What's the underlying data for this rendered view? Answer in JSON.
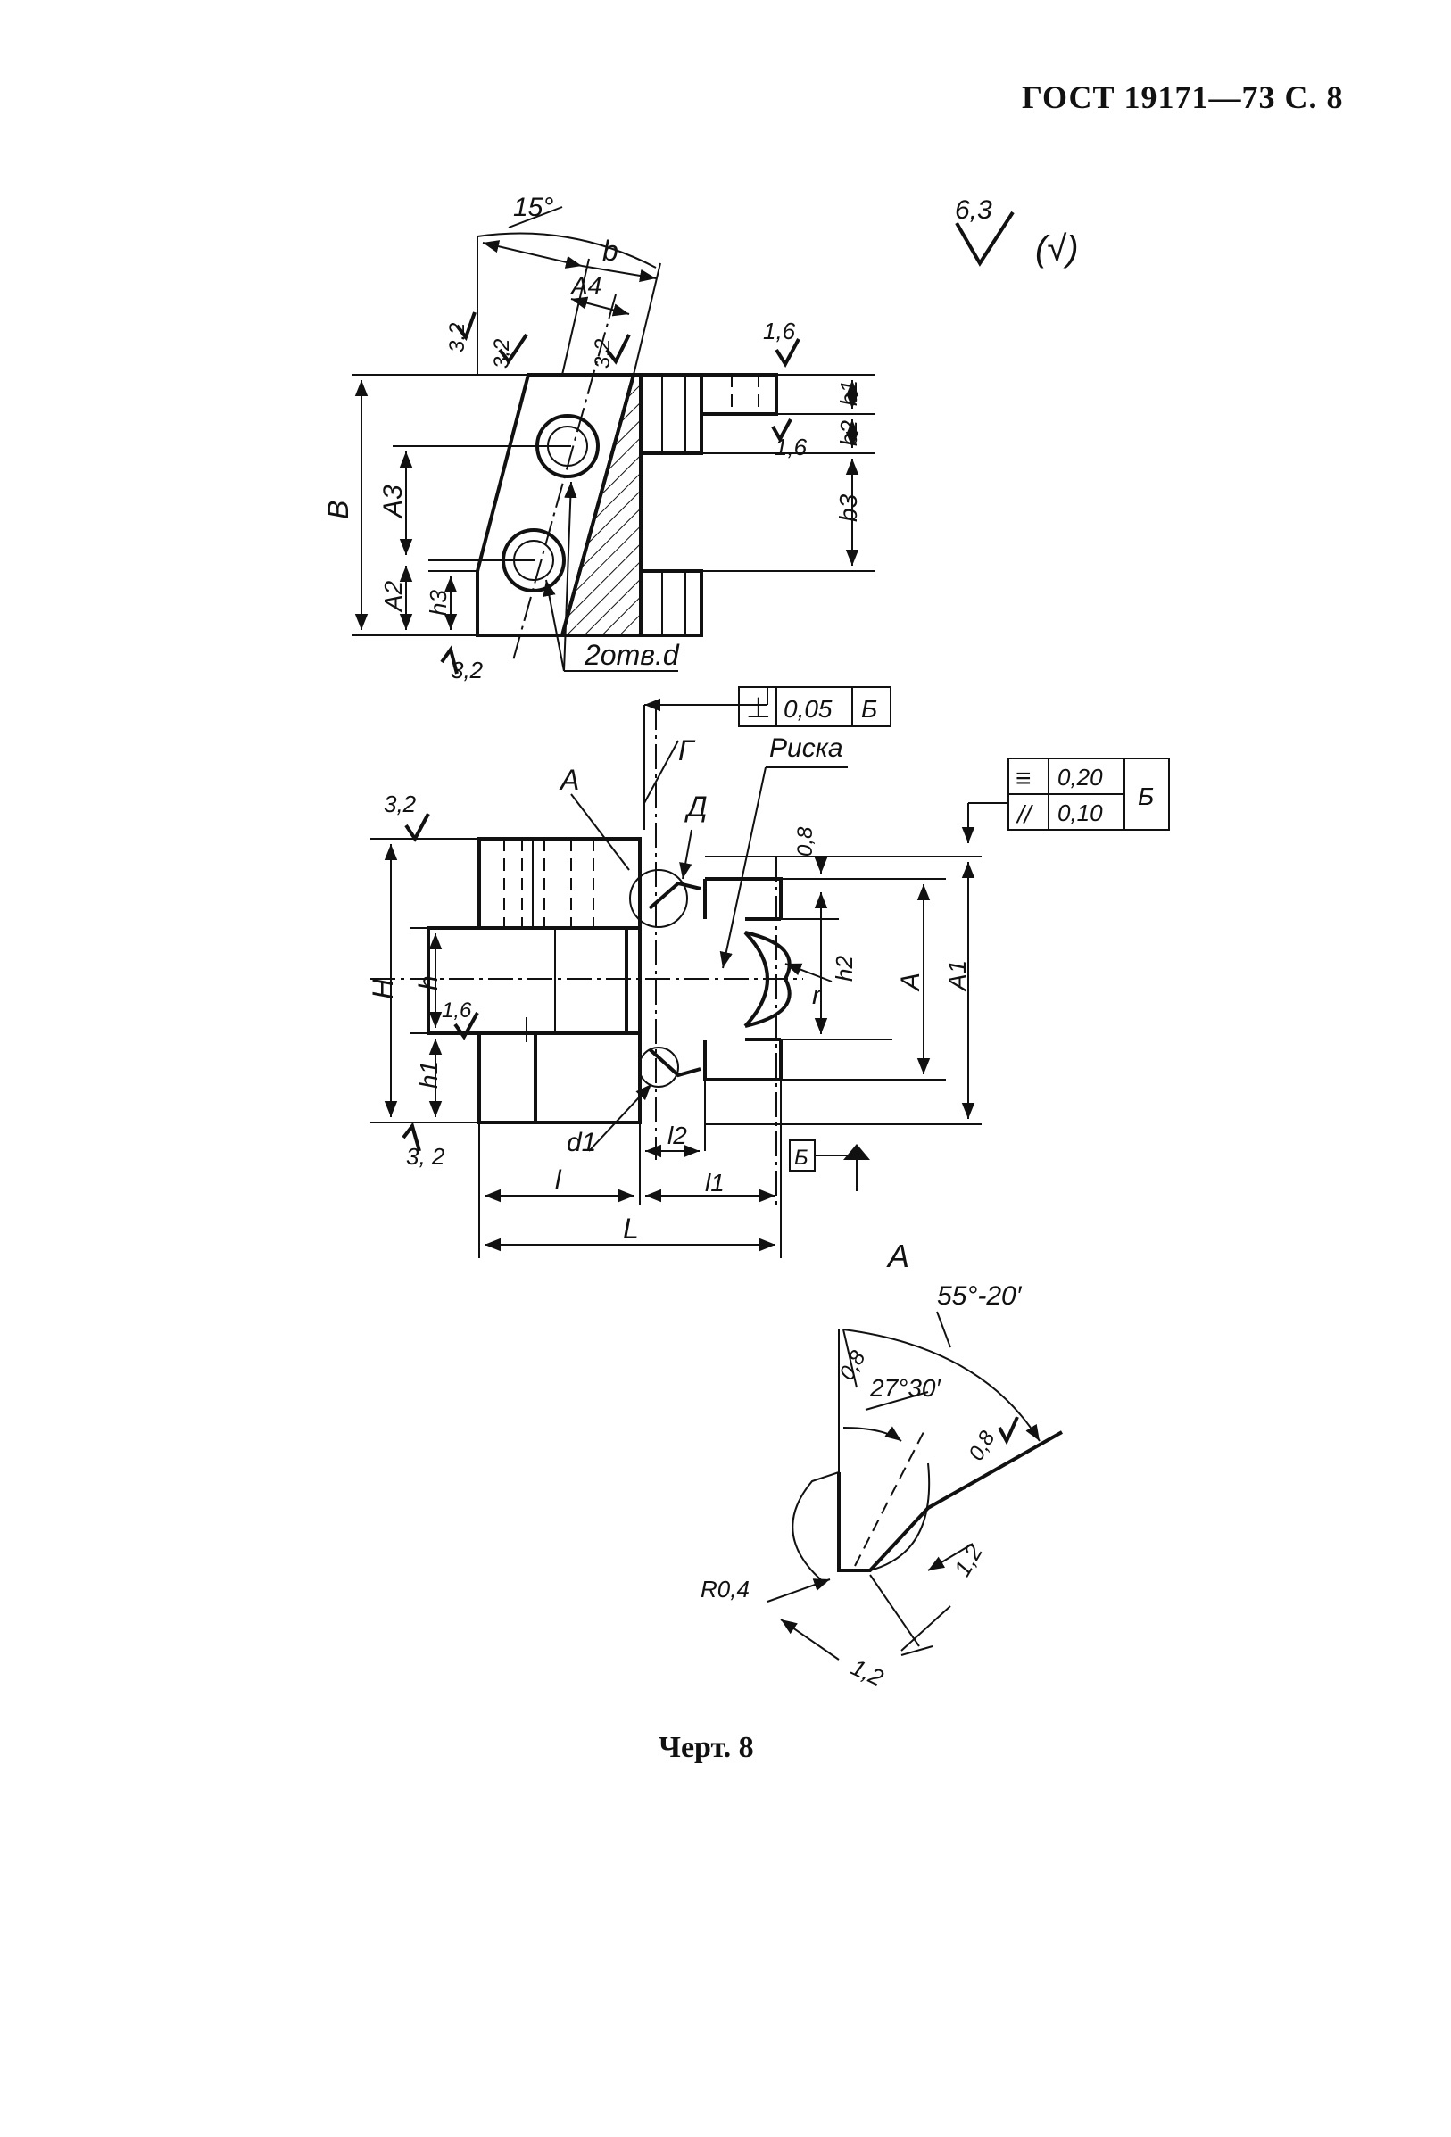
{
  "header": {
    "standard": "ГОСТ 19171—73 С. 8"
  },
  "caption": "Черт. 8",
  "roughness": {
    "general": "6,3",
    "general_note": "(√)",
    "r32_a": "3,2",
    "r32_b": "3,2",
    "r32_c": "3,2",
    "r32_d": "3,2",
    "r32_e": "3,2",
    "r32_f": "3, 2",
    "r16_a": "1,6",
    "r16_b": "1,6",
    "r16_c": "1,6",
    "r08_a": "0,8",
    "r08_b": "0,8"
  },
  "top_view": {
    "angle": "15°",
    "b": "b",
    "A4": "A4",
    "B": "B",
    "A3": "A3",
    "A2": "A2",
    "h3": "h3",
    "b1": "b1",
    "b2": "b2",
    "b3": "b3",
    "holes": "2отв.d"
  },
  "front_view": {
    "perp_sym": "⊥",
    "perp_val": "0,05",
    "perp_base": "Б",
    "G": "Г",
    "risk": "Риска",
    "A_label": "А",
    "D": "Д",
    "sym_sym": "≡",
    "sym_val": "0,20",
    "par_sym": "//",
    "par_val": "0,10",
    "group_base": "Б",
    "H": "H",
    "h": "h",
    "h1": "h1",
    "h2": "h2",
    "r": "r",
    "A": "A",
    "A1": "A1",
    "d1": "d1",
    "l": "l",
    "l1": "l1",
    "l2": "l2",
    "L": "L",
    "base": "Б"
  },
  "detail": {
    "title": "A",
    "angle": "55°-20′",
    "half_angle": "27°30′",
    "radius": "R0,4",
    "dim1": "1,2",
    "dim2": "1,2"
  }
}
